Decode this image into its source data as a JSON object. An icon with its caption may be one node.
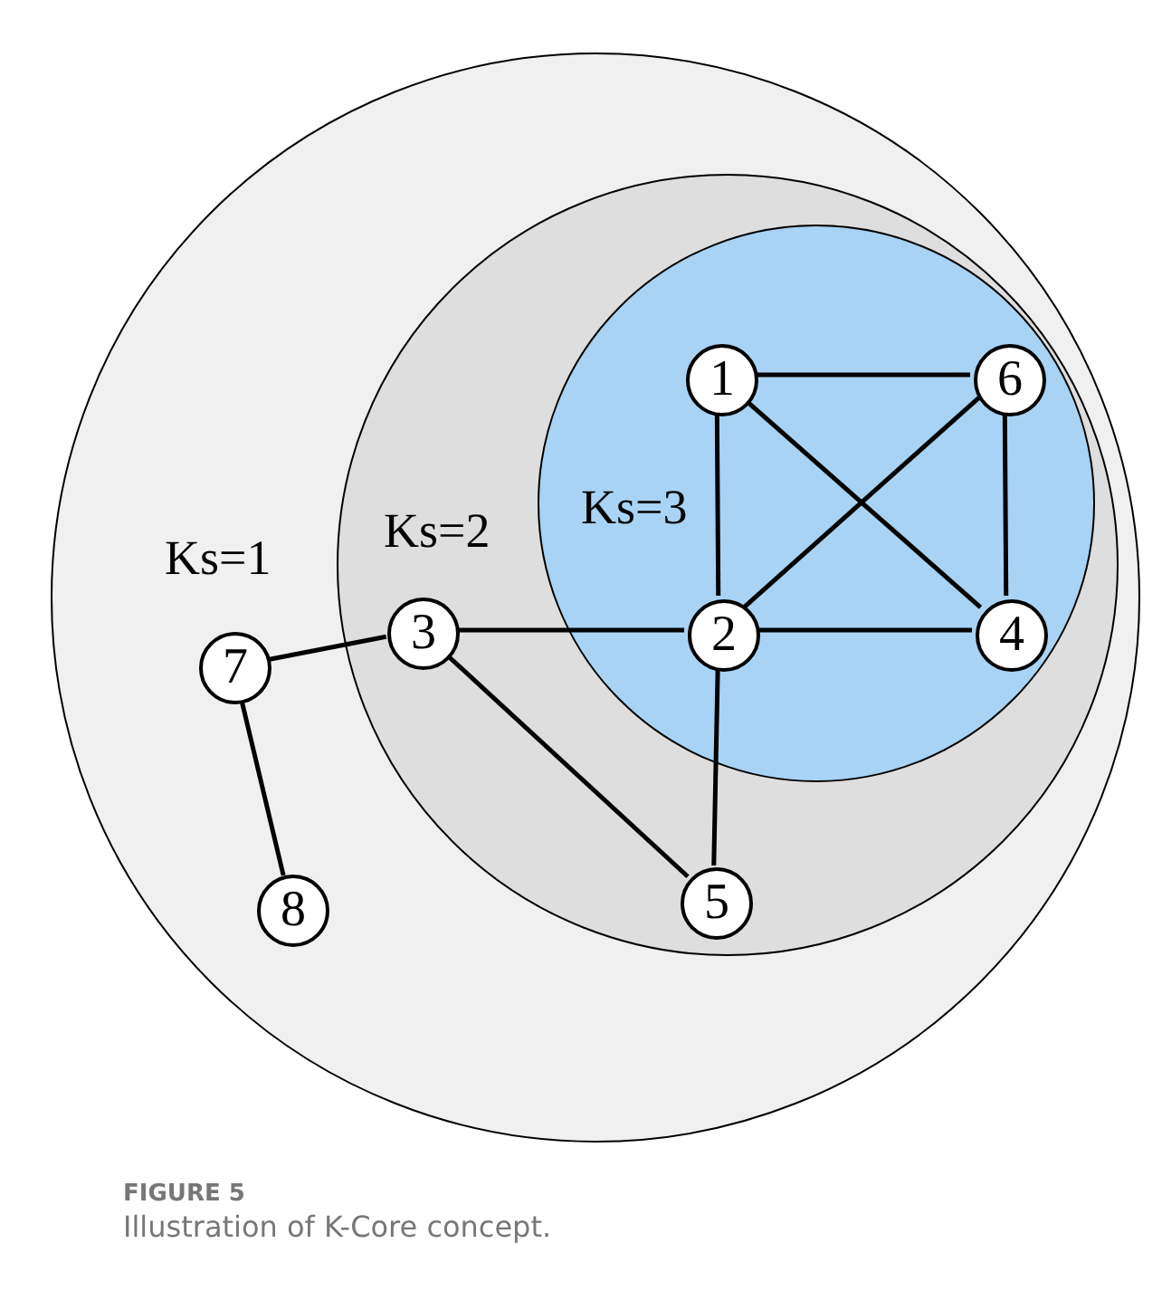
{
  "diagram": {
    "caption": "Illustration of K-Core concept.",
    "nodes": [
      {
        "text": [
          "Ks=1"
        ]
      },
      {
        "text": [
          "Ks=2"
        ],
        "in": 0
      },
      {
        "text": [
          "Ks=3"
        ],
        "in": 1
      },
      {
        "text": [
          "1"
        ],
        "in": 2
      },
      {
        "text": [
          "6"
        ],
        "in": 2
      },
      {
        "text": [
          "3"
        ],
        "in": 1
      },
      {
        "text": [
          "2"
        ],
        "in": 2
      },
      {
        "text": [
          "4"
        ],
        "in": 2
      },
      {
        "text": [
          "7"
        ],
        "in": 0
      },
      {
        "text": [
          "8"
        ],
        "in": 0
      },
      {
        "text": [
          "5"
        ],
        "in": 1
      }
    ],
    "edges": [
      {
        "from": 3,
        "to": 4,
        "arrow": "none"
      },
      {
        "from": 3,
        "to": 6,
        "arrow": "none"
      },
      {
        "from": 3,
        "to": 7,
        "arrow": "none"
      },
      {
        "from": 4,
        "to": 6,
        "arrow": "none"
      },
      {
        "from": 4,
        "to": 7,
        "arrow": "none"
      },
      {
        "from": 6,
        "to": 7,
        "arrow": "none"
      },
      {
        "from": 5,
        "to": 6,
        "arrow": "none"
      },
      {
        "from": 5,
        "to": 8,
        "arrow": "none"
      },
      {
        "from": 5,
        "to": 10,
        "arrow": "none"
      },
      {
        "from": 6,
        "to": 10,
        "arrow": "none"
      },
      {
        "from": 8,
        "to": 9,
        "arrow": "none"
      }
    ],
    "labels": [
      "FIGURE 5"
    ]
  }
}
